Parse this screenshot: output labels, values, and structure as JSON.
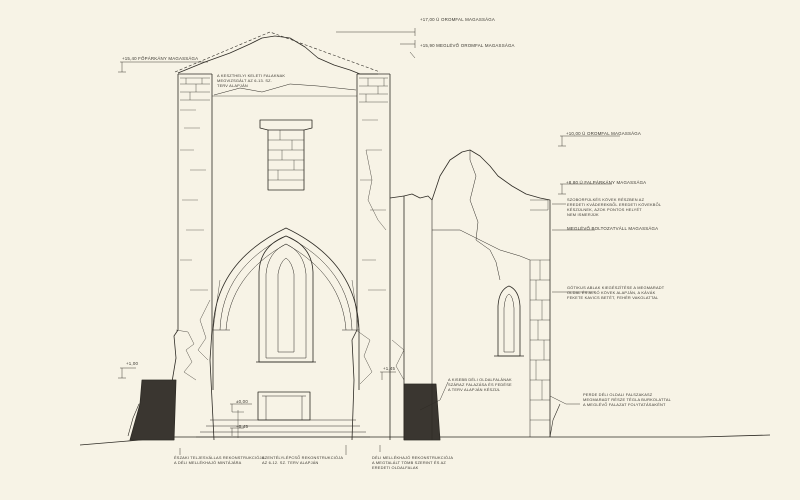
{
  "labels": {
    "top_original": "+17,00 Ú OROMFAL MAGASSÁGA",
    "top_existing": "+15,90 MEGLÉVŐ OROMFAL MAGASSÁGA",
    "tower_height": "+15,40 FŐPÁRKÁNY MAGASSÁGA",
    "east_gable_note": "A KESZTHELYI KELETI FALAKNAK\nMEGVIZSGÁLT AZ 6-13. SZ.\nTERV ALAPJÁN",
    "chapel_gable": "+10,00 Ú OROMFAL MAGASSÁGA",
    "chapel_cornice": "+8,80 Ú FALPÁRKÁNY MAGASSÁGA",
    "stone_note": "SZOBORFÜLKÉS KÖVEK RÉSZBEN AZ\nEREDETI KVÁDEREKBŐL EREDETI KÖVEKBŐL\nKÉSZÜLNEK, AZOK PONTOS HELYÉT\nNEM ISMERJÜK",
    "vault_note": "MEGLÉVŐ BOLTOZATVÁLL MAGASSÁGA",
    "window_note": "GÓTIKUS ABLAK KIEGÉSZÍTÉSE A MEGMARADT\nOLDAL ÉS ALSÓ KÖVEK ALAPJÁN, A KÁVÁK\nFEKETE KAVICS BETÉT, FEHÉR VAKOLATTAL",
    "left_level": "+1,00",
    "center_level": "±0,00",
    "bottom_level": "−0,45",
    "mid_level": "+1,45",
    "buttress_note": "A KISEBB DÉLI OLDALFALÁNAK\nSZÁRAZ FALAZÁSA ÉS FEDÉSE\nA TERV ALAPJÁN KÉSZÜL",
    "wall_note": "PERDE DÉLI OLDALI FALSZAKASZ\nMEGMARADT RÉSZE TÉGLA BURKOLATTAL\nA MEGLÉVŐ FALAZAT FOLYTATÁSAKÉNT",
    "bottom_1": "ÉSZAKI TELJESVÁLLAS REKONSTRUKCIÓJA\nA DÉLI MELLÉKHAJÓ MINTÁJÁRA",
    "bottom_2": "SZENTÉLYLÉPCSŐ REKONSTRUKCIÓJA\nAZ 6-12. SZ. TERV ALAPJÁN",
    "bottom_3": "DÉLI MELLÉKHAJÓ REKONSTRUKCIÓJA\nA MEGTALÁLT TÖMB SZERINT ÉS AZ\nEREDETI OLDALFALAK"
  }
}
